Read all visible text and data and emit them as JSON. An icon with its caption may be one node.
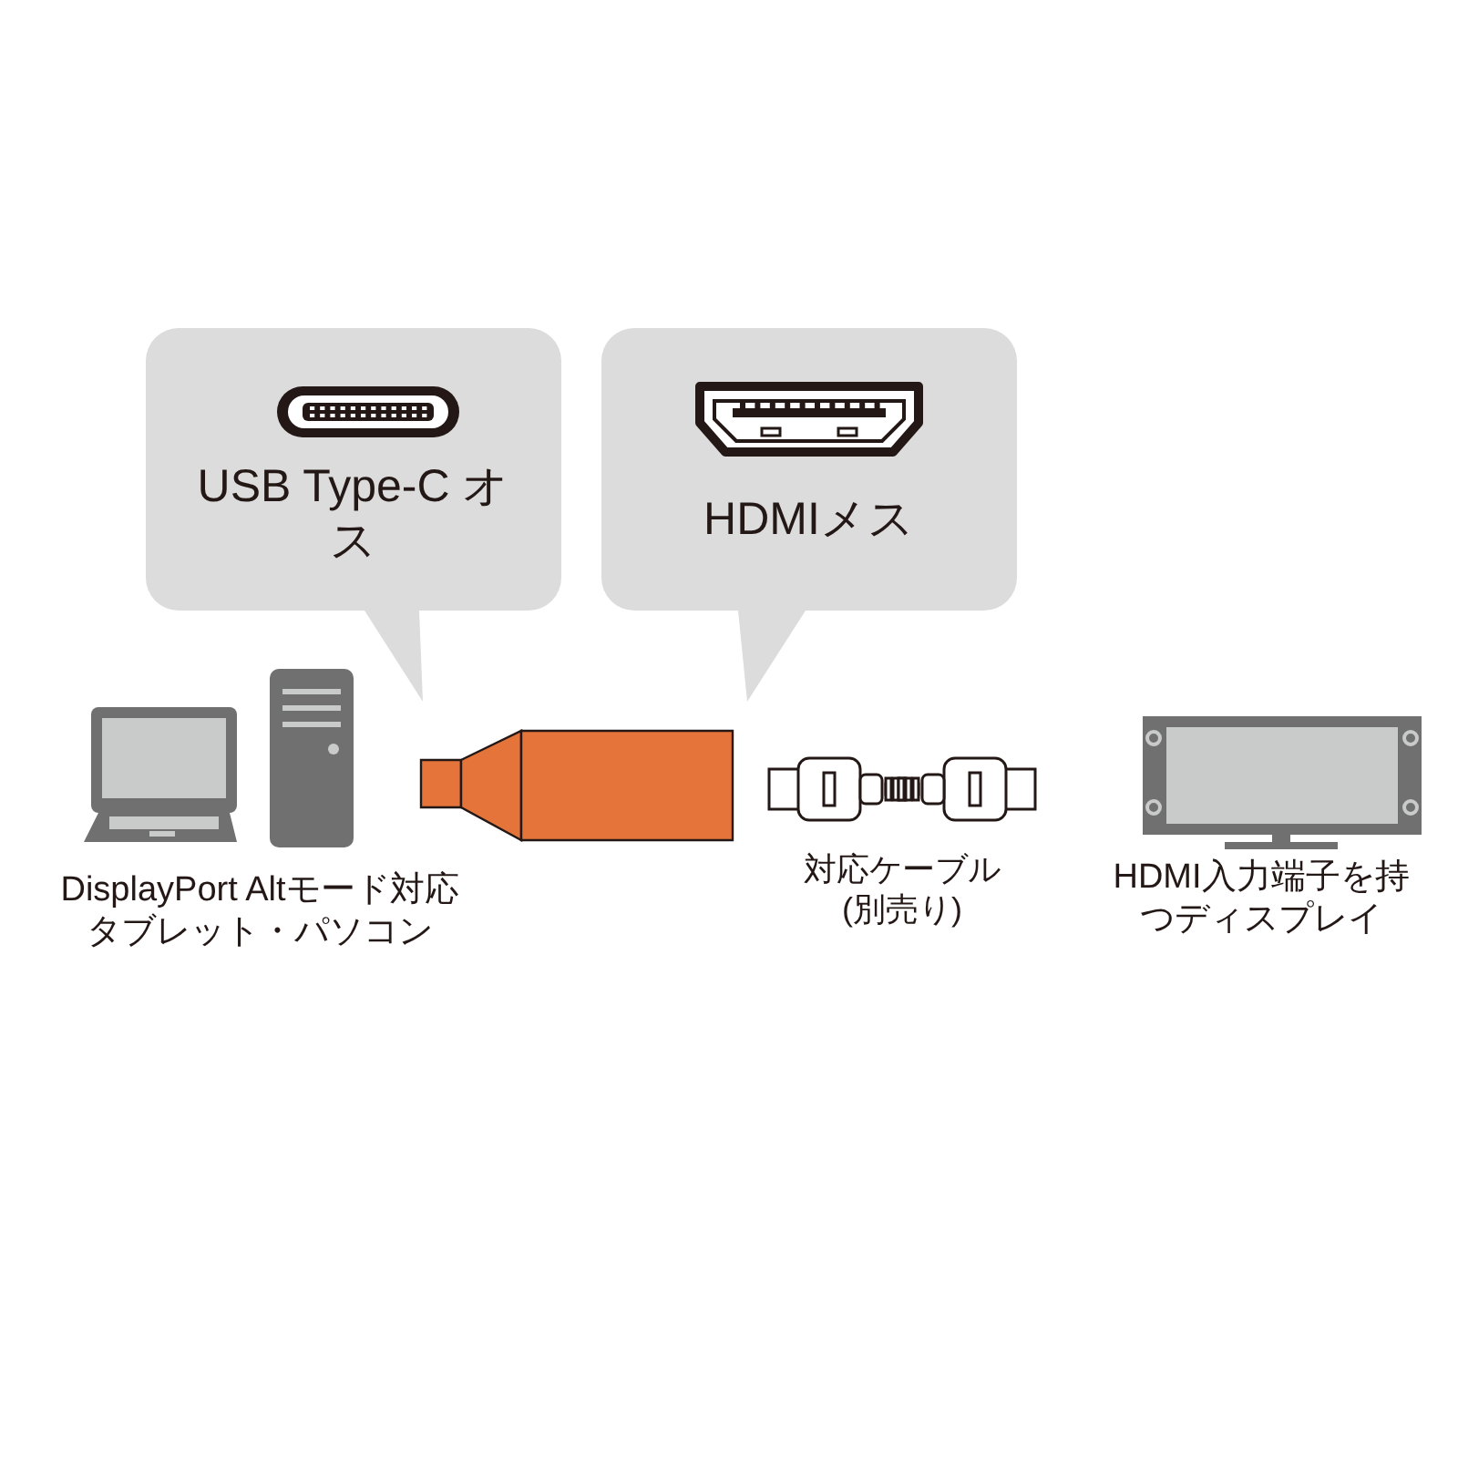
{
  "diagram": {
    "nodes": [
      {
        "text": [
          "USB Type-C オス"
        ]
      },
      {
        "text": [
          "HDMIメス"
        ]
      },
      {
        "text": [
          "DisplayPort Altモード対応タブレット・パソコン"
        ]
      },
      {
        "text": [
          "対応ケーブル(別売り)"
        ]
      },
      {
        "text": [
          "HDMI入力端子を持つディスプレイ"
        ]
      }
    ]
  }
}
